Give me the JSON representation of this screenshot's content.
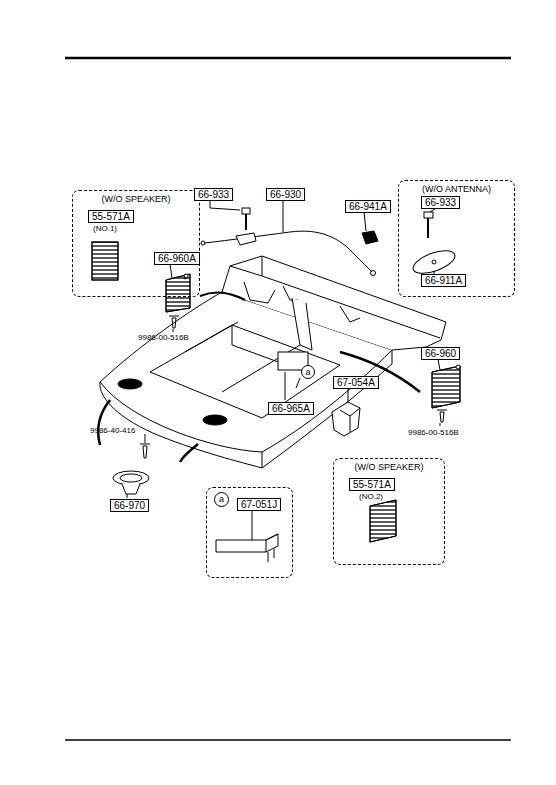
{
  "diagram": {
    "nodes": [
      {
        "text": [
          "(W/O SPEAKER)"
        ]
      },
      {
        "text": [
          "55-571A"
        ],
        "in": 0
      },
      {
        "text": [
          "66-933"
        ]
      },
      {
        "text": [
          "66-930"
        ]
      },
      {
        "text": [
          "66-941A"
        ]
      },
      {
        "text": [
          "(W/O ANTENNA)"
        ]
      },
      {
        "text": [
          "66-933"
        ],
        "in": 5
      },
      {
        "text": [
          "66-911A"
        ],
        "in": 5
      },
      {
        "text": [
          "66-960A"
        ]
      },
      {
        "text": [
          "66-960"
        ]
      },
      {
        "text": [
          "67-054A"
        ]
      },
      {
        "text": [
          "66-965A"
        ]
      },
      {
        "text": [
          "66-970"
        ]
      },
      {
        "text": [
          "a"
        ]
      },
      {
        "text": [
          "67-051J"
        ],
        "in": 13
      },
      {
        "text": [
          "(W/O SPEAKER)"
        ]
      },
      {
        "text": [
          "55-571A"
        ],
        "in": 15
      }
    ],
    "labels": [
      "(NO.1)",
      "9986-00-516B",
      "9986-00-516B",
      "9986-40-416",
      "(NO.2)",
      "a"
    ]
  }
}
